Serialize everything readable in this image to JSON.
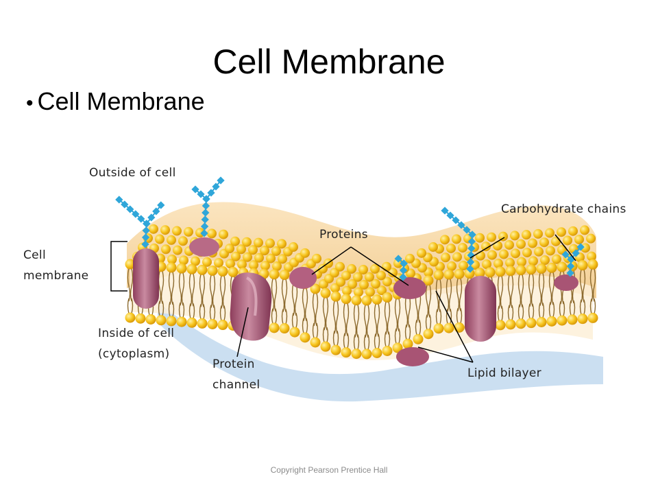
{
  "slide": {
    "title": "Cell Membrane",
    "bullet": "Cell Membrane",
    "copyright": "Copyright Pearson Prentice Hall"
  },
  "labels": {
    "outside": "Outside of cell",
    "carbohydrate": "Carbohydrate chains",
    "proteins": "Proteins",
    "cell_membrane_line1": "Cell",
    "cell_membrane_line2": "membrane",
    "inside_line1": "Inside of cell",
    "inside_line2": "(cytoplasm)",
    "channel_line1": "Protein",
    "channel_line2": "channel",
    "lipid": "Lipid bilayer"
  },
  "colors": {
    "head": "#f7c51e",
    "tail": "#8c6a2e",
    "protein": "#b0607a",
    "sugar": "#2fa6d9",
    "membrane_bg": "#f6d9a8",
    "shadow": "#bcd6ee"
  }
}
